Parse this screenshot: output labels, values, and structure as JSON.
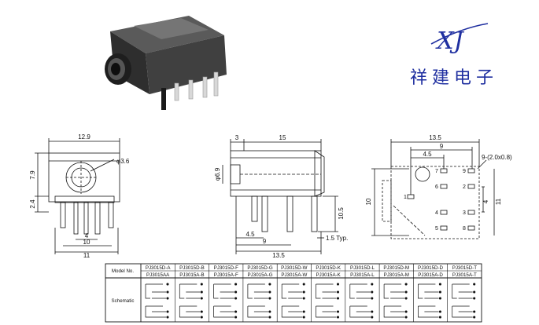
{
  "logo": {
    "mark": "XJ",
    "company": "祥建电子",
    "brand_color": "#1f2fa0"
  },
  "front_view": {
    "width": "12.9",
    "diameter": "φ3.6",
    "height_top": "7.9",
    "height_bottom": "2.4",
    "pitch_inner": "4",
    "pitch_mid": "10",
    "pitch_outer": "11"
  },
  "side_view": {
    "offset": "3",
    "length": "15",
    "diameter": "φ6.9",
    "pin_length": "10.5",
    "pin_pos_1": "4.5",
    "pin_pos_2": "9",
    "overall": "13.5",
    "pin_note": "1.5 Typ."
  },
  "footprint": {
    "width": "13.5",
    "span": "9",
    "pad_offset": "4.5",
    "slot_note": "9-(2.0x0.8)",
    "height": "10",
    "right_height": "11",
    "inner": "4",
    "pins": [
      "1",
      "2",
      "3",
      "4",
      "5",
      "6",
      "7",
      "8",
      "9"
    ]
  },
  "table": {
    "header_label": "Model No.",
    "schematic_label": "Schematic",
    "models": [
      {
        "top": "PJ3015D-A",
        "bottom": "PJ3015AA"
      },
      {
        "top": "PJ3015D-B",
        "bottom": "PJ3015A-B"
      },
      {
        "top": "PJ3015D-F",
        "bottom": "PJ3015A-F"
      },
      {
        "top": "PJ3015D-G",
        "bottom": "PJ3015A-G"
      },
      {
        "top": "PJ3015D-W",
        "bottom": "PJ3015A-W"
      },
      {
        "top": "PJ3015D-K",
        "bottom": "PJ3015A-K"
      },
      {
        "top": "PJ3015D-L",
        "bottom": "PJ3015A-L"
      },
      {
        "top": "PJ3015D-M",
        "bottom": "PJ3015A-M"
      },
      {
        "top": "PJ3015D-D",
        "bottom": "PJ3015A-D"
      },
      {
        "top": "PJ3015D-T",
        "bottom": "PJ3015A-T"
      }
    ]
  }
}
